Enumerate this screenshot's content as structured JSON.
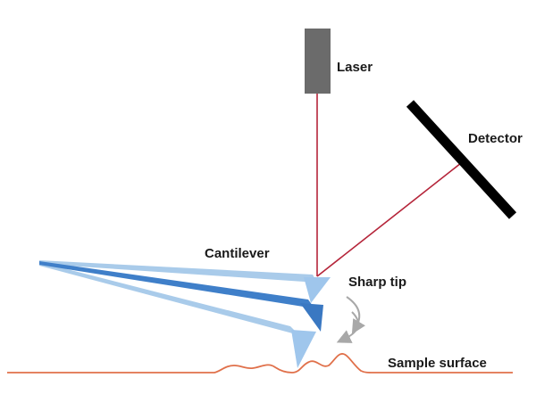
{
  "labels": {
    "laser": "Laser",
    "detector": "Detector",
    "cantilever": "Cantilever",
    "sharp_tip": "Sharp tip",
    "sample_surface": "Sample surface"
  },
  "colors": {
    "laser_body": "#6b6b6b",
    "laser_beam": "#b5253a",
    "detector": "#000000",
    "cantilever_light": "#a9cbea",
    "cantilever_dark": "#3f7fc9",
    "tip_light": "#9fc6ec",
    "tip_dark": "#3a78c2",
    "motion_arrow": "#a8a8a8",
    "surface": "#e0704a"
  }
}
